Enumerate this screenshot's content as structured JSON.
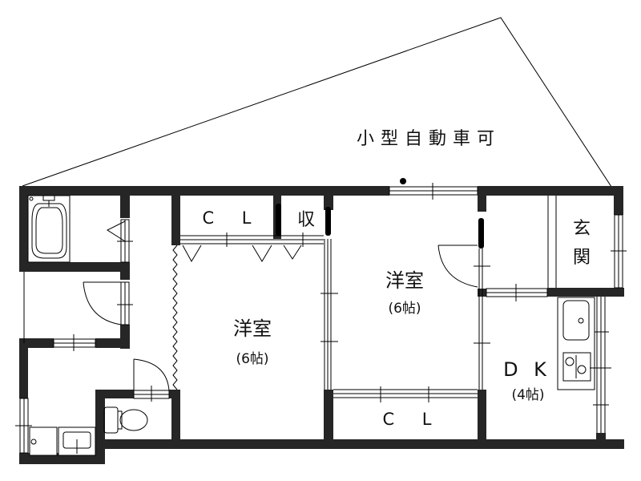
{
  "floorplan": {
    "parking_label": "小型自動車可",
    "rooms": {
      "western_room_left": {
        "name": "洋室",
        "size": "(6帖)"
      },
      "western_room_right": {
        "name": "洋室",
        "size": "(6帖)"
      },
      "dining_kitchen": {
        "name": "D K",
        "size": "(4帖)"
      },
      "entrance": {
        "name_line1": "玄",
        "name_line2": "関"
      },
      "closet_top": {
        "name": "C L"
      },
      "storage": {
        "name": "収"
      },
      "closet_bottom": {
        "name": "C L"
      }
    },
    "colors": {
      "wall": "#262626",
      "line": "#000000",
      "background": "#ffffff"
    }
  }
}
